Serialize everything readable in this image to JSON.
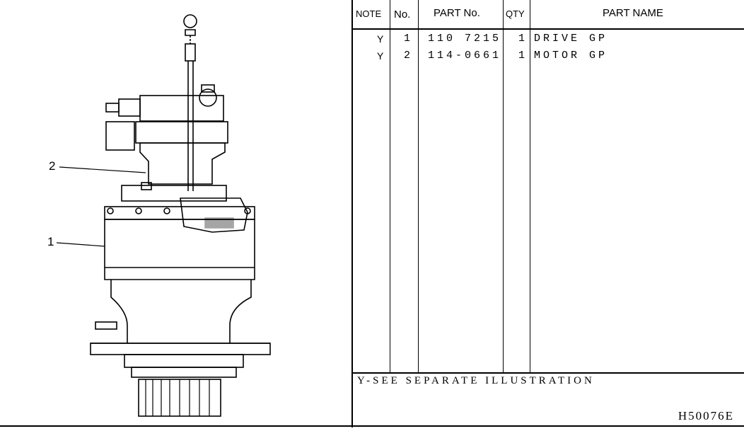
{
  "illustration": {
    "callouts": [
      {
        "label": "2",
        "target": "motor-group"
      },
      {
        "label": "1",
        "target": "drive-group"
      }
    ]
  },
  "table": {
    "headers": {
      "note": "NOTE",
      "no": "No.",
      "part_no": "PART No.",
      "qty": "QTY",
      "part_name": "PART NAME"
    },
    "rows": [
      {
        "note": "Y",
        "no": "1",
        "part_no": "110 7215",
        "qty": "1",
        "part_name": "DRIVE GP"
      },
      {
        "note": "Y",
        "no": "2",
        "part_no": "114-0661",
        "qty": "1",
        "part_name": "MOTOR GP"
      }
    ],
    "footnote": "Y-SEE SEPARATE ILLUSTRATION",
    "drawing_number": "H50076E"
  }
}
